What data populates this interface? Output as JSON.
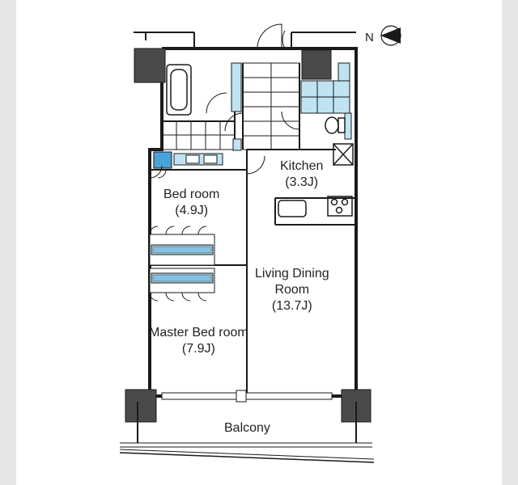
{
  "compass": {
    "letter": "N",
    "icon": "north-arrow-icon"
  },
  "rooms": {
    "kitchen": {
      "name": "Kitchen",
      "size": "(3.3J)"
    },
    "bedroom": {
      "name": "Bed room",
      "size": "(4.9J)"
    },
    "living": {
      "name_line1": "Living Dining",
      "name_line2": "Room",
      "size": "(13.7J)"
    },
    "master": {
      "name": "Master Bed room",
      "size": "(7.9J)"
    },
    "balcony": {
      "name": "Balcony"
    }
  },
  "colors": {
    "wall": "#1a1a1a",
    "column": "#4a4a4a",
    "fixture_blue": "#bfe3f2",
    "closet_blue": "#4aa3d8",
    "background": "#e6e6e6"
  }
}
